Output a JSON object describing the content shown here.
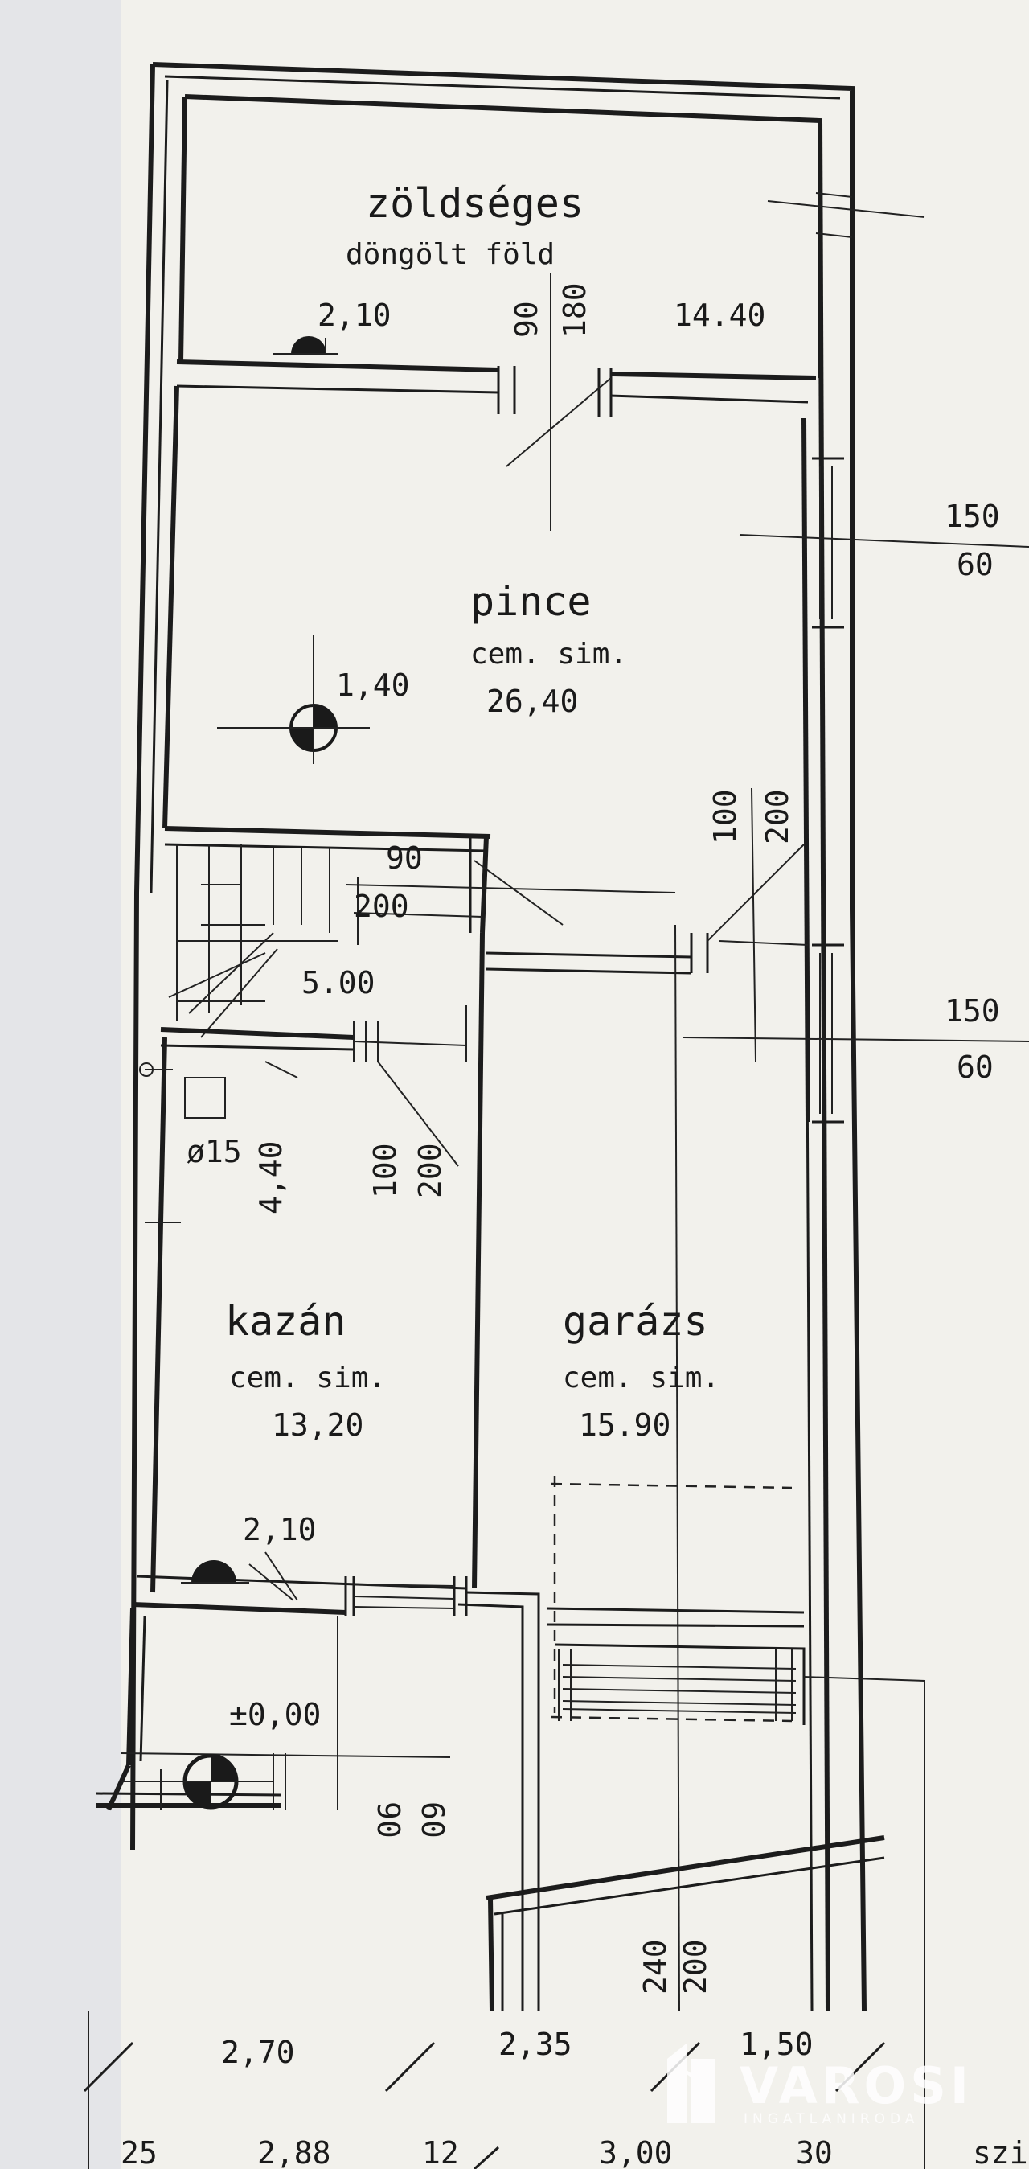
{
  "rooms": {
    "zoldseges": {
      "name": "zöldséges",
      "floor": "döngölt föld",
      "area": "14.40",
      "level": "2,10"
    },
    "pince": {
      "name": "pince",
      "floor": "cem. sim.",
      "area": "26,40",
      "level": "1,40"
    },
    "kazan": {
      "name": "kazán",
      "floor": "cem. sim.",
      "area": "13,20",
      "level": "2,10"
    },
    "garazs": {
      "name": "garázs",
      "floor": "cem. sim.",
      "area": "15.90"
    },
    "stair_landing": {
      "area": "5.00",
      "label_90": "90",
      "label_200": "200"
    },
    "entrance": {
      "level": "±0,00"
    }
  },
  "openings": {
    "top_door": [
      "90",
      "180"
    ],
    "right_window_upper": [
      "150",
      "60"
    ],
    "right_window_lower": [
      "150",
      "60"
    ],
    "garage_door_inner": [
      "100",
      "200"
    ],
    "kazan_door": [
      "100",
      "200"
    ],
    "entrance_door": [
      "90",
      "60"
    ],
    "garage_gate": [
      "240",
      "200"
    ]
  },
  "annotations": {
    "chimney": "ø15",
    "kazan_length": "4,40"
  },
  "dimensions": {
    "row1": [
      "2,70",
      "2,35",
      "1,50"
    ],
    "row2": [
      "25",
      "2,88",
      "12",
      "3,00",
      "30"
    ],
    "edge_text": "szi"
  },
  "watermark": {
    "name": "VAROSI",
    "tagline": "INGATLANIRODA"
  }
}
